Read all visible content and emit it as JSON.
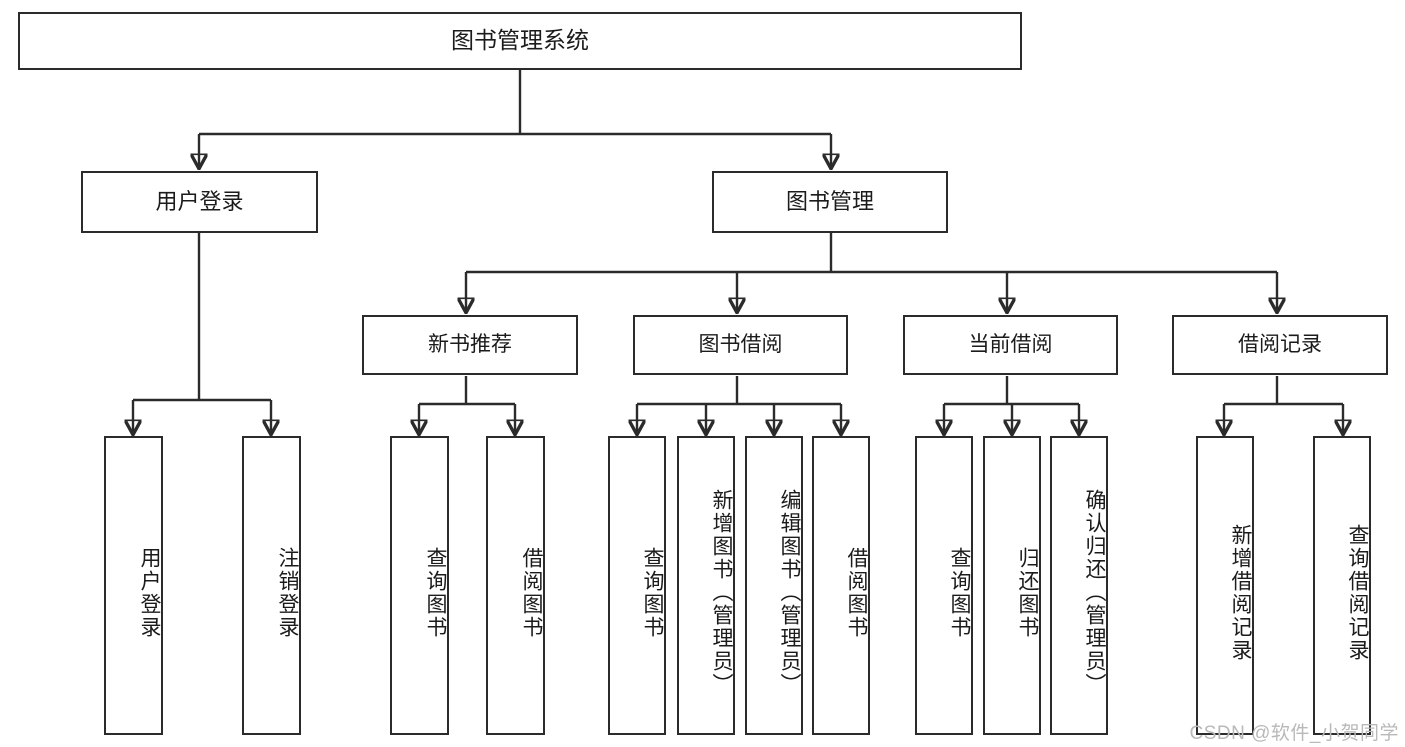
{
  "diagram": {
    "title": "图书管理系统",
    "type": "functional-structure-tree",
    "root": {
      "label": "图书管理系统"
    },
    "level1": [
      {
        "id": "user-login",
        "label": "用户登录"
      },
      {
        "id": "book-management",
        "label": "图书管理"
      }
    ],
    "level2": [
      {
        "id": "new-book-recommend",
        "label": "新书推荐"
      },
      {
        "id": "book-borrow",
        "label": "图书借阅"
      },
      {
        "id": "current-borrow",
        "label": "当前借阅"
      },
      {
        "id": "borrow-record",
        "label": "借阅记录"
      }
    ],
    "leaves": {
      "user_login": [
        {
          "id": "leaf-user-login",
          "label": "用户登录"
        },
        {
          "id": "leaf-user-logout",
          "label": "注销登录"
        }
      ],
      "new_book_recommend": [
        {
          "id": "leaf-query-book-1",
          "label": "查询图书"
        },
        {
          "id": "leaf-borrow-book-1",
          "label": "借阅图书"
        }
      ],
      "book_borrow": [
        {
          "id": "leaf-query-book-2",
          "label": "查询图书"
        },
        {
          "id": "leaf-add-book",
          "label": "新增图书（管理员）"
        },
        {
          "id": "leaf-edit-book",
          "label": "编辑图书（管理员）"
        },
        {
          "id": "leaf-borrow-book-2",
          "label": "借阅图书"
        }
      ],
      "current_borrow": [
        {
          "id": "leaf-query-book-3",
          "label": "查询图书"
        },
        {
          "id": "leaf-return-book",
          "label": "归还图书"
        },
        {
          "id": "leaf-confirm-return",
          "label": "确认归还（管理员）"
        }
      ],
      "borrow_record": [
        {
          "id": "leaf-add-record",
          "label": "新增借阅记录"
        },
        {
          "id": "leaf-query-record",
          "label": "查询借阅记录"
        }
      ]
    }
  },
  "watermark": {
    "text": "CSDN @软件_小贺同学"
  },
  "colors": {
    "stroke": "#2b2b2b",
    "background": "#ffffff",
    "text": "#1b1b1b",
    "watermark": "#b9b9b9"
  }
}
